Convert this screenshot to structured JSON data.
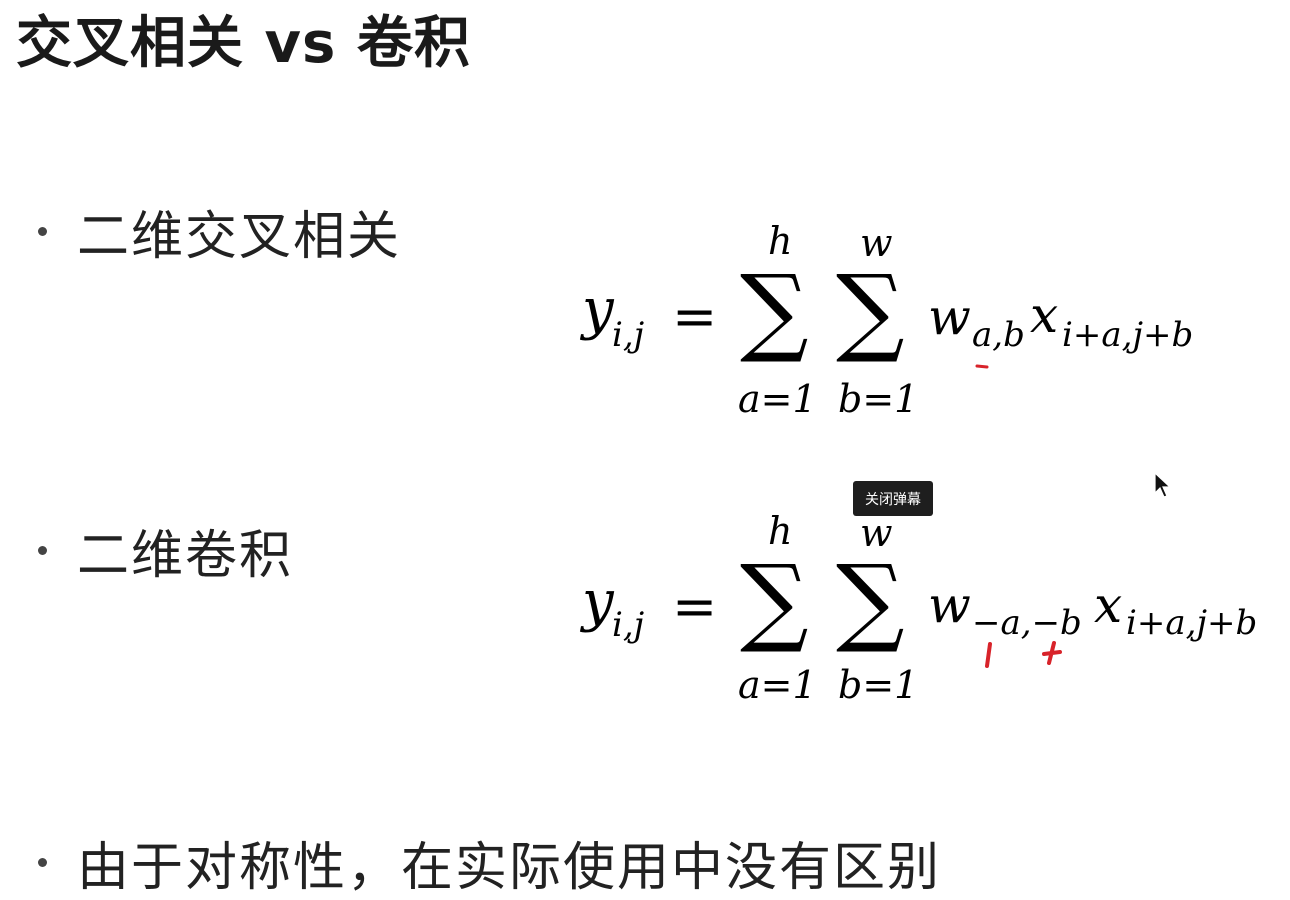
{
  "slide": {
    "title": "交叉相关 vs 卷积",
    "bullets": [
      {
        "text": "二维交叉相关"
      },
      {
        "text": "二维卷积"
      },
      {
        "text": "由于对称性，在实际使用中没有区别"
      }
    ]
  },
  "formula1": {
    "y": "y",
    "y_sub": "i,j",
    "equals": "=",
    "sum1_symbol": "∑",
    "sum1_upper": "h",
    "sum1_lower": "a=1",
    "sum2_symbol": "∑",
    "sum2_upper": "w",
    "sum2_lower": "b=1",
    "w": "w",
    "w_sub": "a,b",
    "x": "x",
    "x_sub": "i+a,j+b"
  },
  "formula2": {
    "y": "y",
    "y_sub": "i,j",
    "equals": "=",
    "sum1_symbol": "∑",
    "sum1_upper": "h",
    "sum1_lower": "a=1",
    "sum2_symbol": "∑",
    "sum2_upper": "w",
    "sum2_lower": "b=1",
    "w": "w",
    "w_sub": "−a,−b",
    "x": "x",
    "x_sub": "i+a,j+b"
  },
  "overlay": {
    "tooltip_text": "关闭弹幕"
  },
  "colors": {
    "annotation": "#d8232a",
    "tooltip_bg": "#1e1e1e"
  },
  "icons": {
    "cursor": "mouse-pointer-icon"
  }
}
